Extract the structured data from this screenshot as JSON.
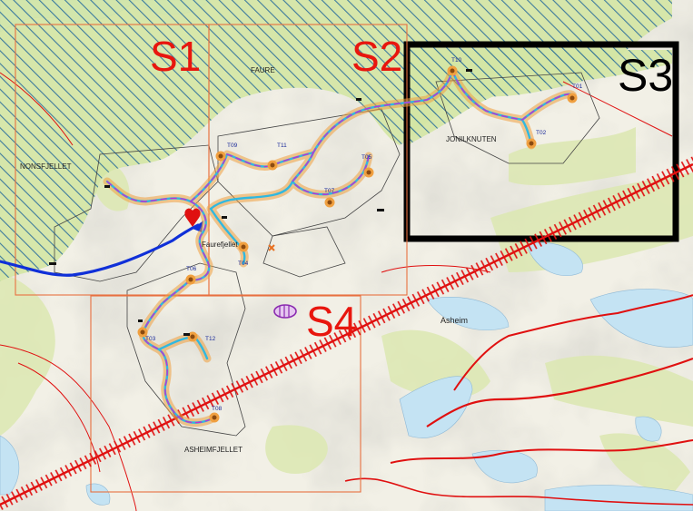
{
  "map": {
    "sectors": [
      {
        "id": "S1",
        "label": "S1",
        "color": "#e8160e"
      },
      {
        "id": "S2",
        "label": "S2",
        "color": "#e8160e"
      },
      {
        "id": "S3",
        "label": "S3",
        "color": "#000000"
      },
      {
        "id": "S4",
        "label": "S4",
        "color": "#e8160e"
      }
    ],
    "places": {
      "faure": "FAURE",
      "nonsfjellet": "NONSFJELLET",
      "jonilknuten": "JONILKNUTEN",
      "faurefjellet": "Faurefjellet",
      "asheim": "Asheim",
      "asheimfjellet": "ASHEIMFJELLET"
    },
    "turbines": [
      {
        "label": "T09"
      },
      {
        "label": "T11"
      },
      {
        "label": "T05"
      },
      {
        "label": "T07"
      },
      {
        "label": "T04"
      },
      {
        "label": "T06"
      },
      {
        "label": "T03"
      },
      {
        "label": "T12"
      },
      {
        "label": "T08"
      },
      {
        "label": "T10"
      },
      {
        "label": "T01"
      },
      {
        "label": "T02"
      }
    ],
    "colors": {
      "terrain": "#f2f0e6",
      "forest": "#dfe9b8",
      "water": "#bfe0f2",
      "hatch_blue": "#2a6e96",
      "hatch_green": "#c8dc8c",
      "sector_orange": "#e87040",
      "powerline_red": "#e01010",
      "road_blue": "#1030d8",
      "access_road_magenta": "#c030d0",
      "access_road_cyan": "#30b8e0",
      "buffer_orange": "#f0a040"
    }
  }
}
